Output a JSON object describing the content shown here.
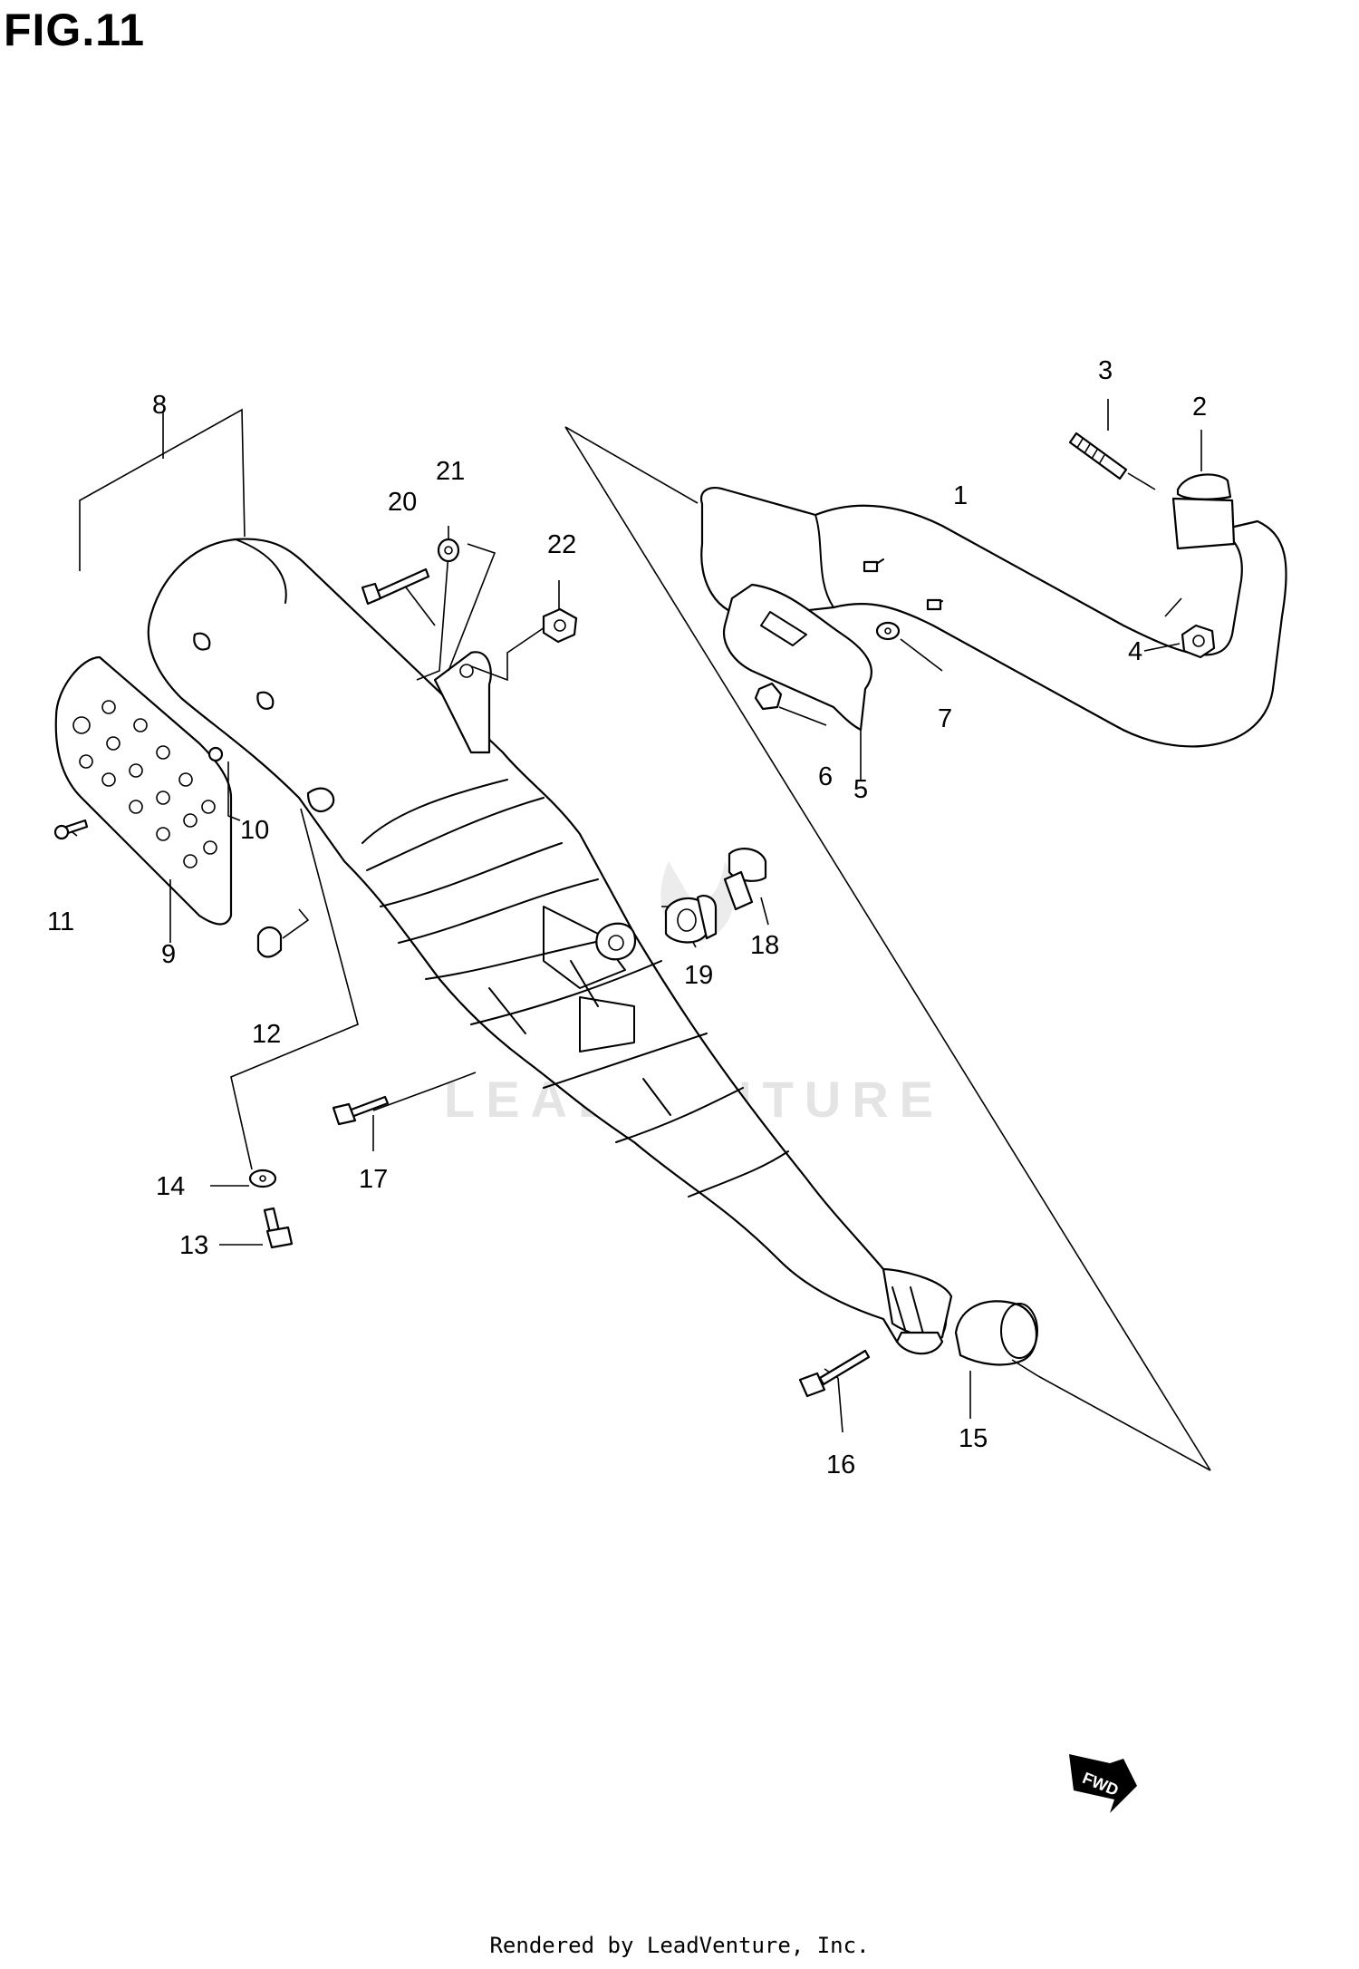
{
  "figure": {
    "title": "FIG.11"
  },
  "watermark": "LEADVENTURE",
  "footer": "Rendered by LeadVenture, Inc.",
  "fwd_badge": "FWD",
  "callouts": {
    "c1": "1",
    "c2": "2",
    "c3": "3",
    "c4": "4",
    "c5": "5",
    "c6": "6",
    "c7": "7",
    "c8": "8",
    "c9": "9",
    "c10": "10",
    "c11": "11",
    "c12": "12",
    "c13": "13",
    "c14": "14",
    "c15": "15",
    "c16": "16",
    "c17": "17",
    "c18": "18",
    "c19": "19",
    "c20": "20",
    "c21": "21",
    "c22": "22"
  }
}
